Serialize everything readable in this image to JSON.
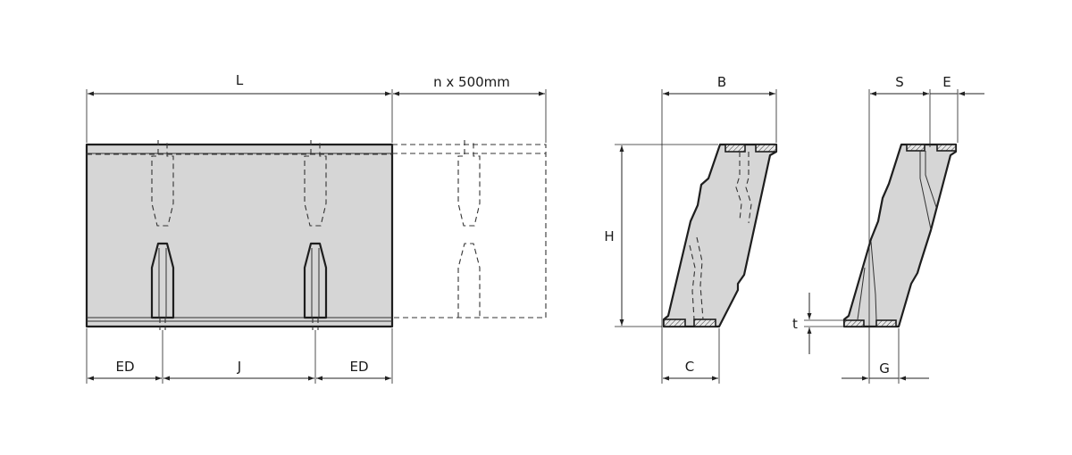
{
  "labels": {
    "L": "L",
    "n_x_500": "n x 500mm",
    "ED_left": "ED",
    "J": "J",
    "ED_right": "ED",
    "B": "B",
    "H": "H",
    "C": "C",
    "S": "S",
    "E": "E",
    "t": "t",
    "G": "G"
  },
  "colors": {
    "body_fill": "#d6d6d6",
    "line": "#1e1e1e"
  }
}
